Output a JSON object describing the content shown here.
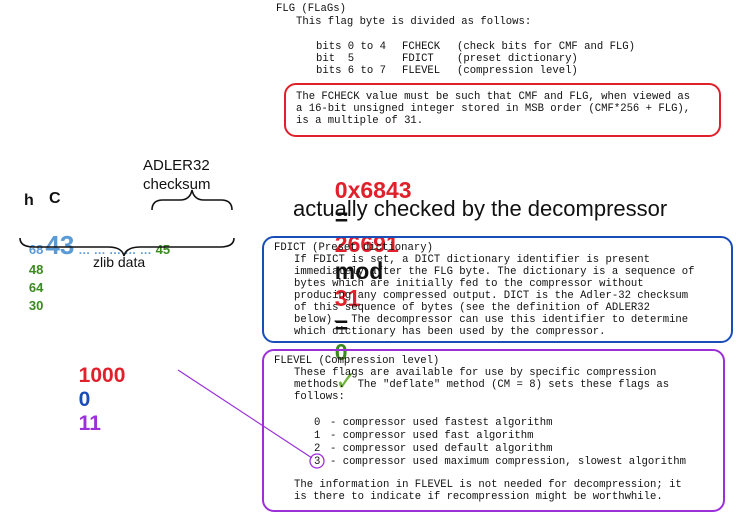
{
  "spec": {
    "flg_heading": "FLG (FLaGs)",
    "flg_intro": "This flag byte is divided as follows:",
    "flg_bits": [
      {
        "bits": "bits 0 to 4",
        "name": "FCHECK",
        "desc": "(check bits for CMF and FLG)"
      },
      {
        "bits": "bit  5",
        "name": "FDICT",
        "desc": "(preset dictionary)"
      },
      {
        "bits": "bits 6 to 7",
        "name": "FLEVEL",
        "desc": "(compression level)"
      }
    ],
    "fcheck_lines": [
      "The FCHECK value must be such that CMF and FLG, when viewed as",
      "a 16-bit unsigned integer stored in MSB order (CMF*256 + FLG),",
      "is a multiple of 31."
    ],
    "fdict_heading": "FDICT (Preset dictionary)",
    "fdict_lines": [
      "If FDICT is set, a DICT dictionary identifier is present",
      "immediately after the FLG byte. The dictionary is a sequence of",
      "bytes which are initially fed to the compressor without",
      "producing any compressed output. DICT is the Adler-32 checksum",
      "of this sequence of bytes (see the definition of ADLER32",
      "below).  The decompressor can use this identifier to determine",
      "which dictionary has been used by the compressor."
    ],
    "flevel_heading": "FLEVEL (Compression level)",
    "flevel_lines": [
      "These flags are available for use by specific compression",
      "methods.  The \"deflate\" method (CM = 8) sets these flags as",
      "follows:"
    ],
    "flevel_options": [
      {
        "num": "0",
        "text": "- compressor used fastest algorithm"
      },
      {
        "num": "1",
        "text": "- compressor used fast algorithm"
      },
      {
        "num": "2",
        "text": "- compressor used default algorithm"
      },
      {
        "num": "3",
        "text": "- compressor used maximum compression, slowest algorithm"
      }
    ],
    "flevel_note": [
      "The information in FLEVEL is not needed for decompression; it",
      "is there to indicate if recompression might be worthwhile."
    ]
  },
  "equation": {
    "hex": "0x6843",
    "eq1": "=",
    "decimal": "26691",
    "mod": "mod",
    "modulus": "31",
    "eq2": "=",
    "result": "0",
    "check": "✓",
    "caption": "actually checked by the decompressor"
  },
  "stream": {
    "h_label": "h",
    "c_label": "C",
    "byte_first": "68",
    "byte_second": "43",
    "dots": "… … … … …",
    "checksum_bytes": [
      "45",
      "48",
      "64",
      "30"
    ],
    "adler_label": "ADLER32",
    "checksum_label": "checksum",
    "zlib_label": "zlib data"
  },
  "flg_bits_value": {
    "fcheck": "1000",
    "fdict": "0",
    "flevel": "11"
  },
  "colors": {
    "red": "#e0202a",
    "blue": "#1a4db8",
    "purple": "#9b30d9",
    "green": "#3a8a1f",
    "lightblue": "#5b9bd5"
  }
}
